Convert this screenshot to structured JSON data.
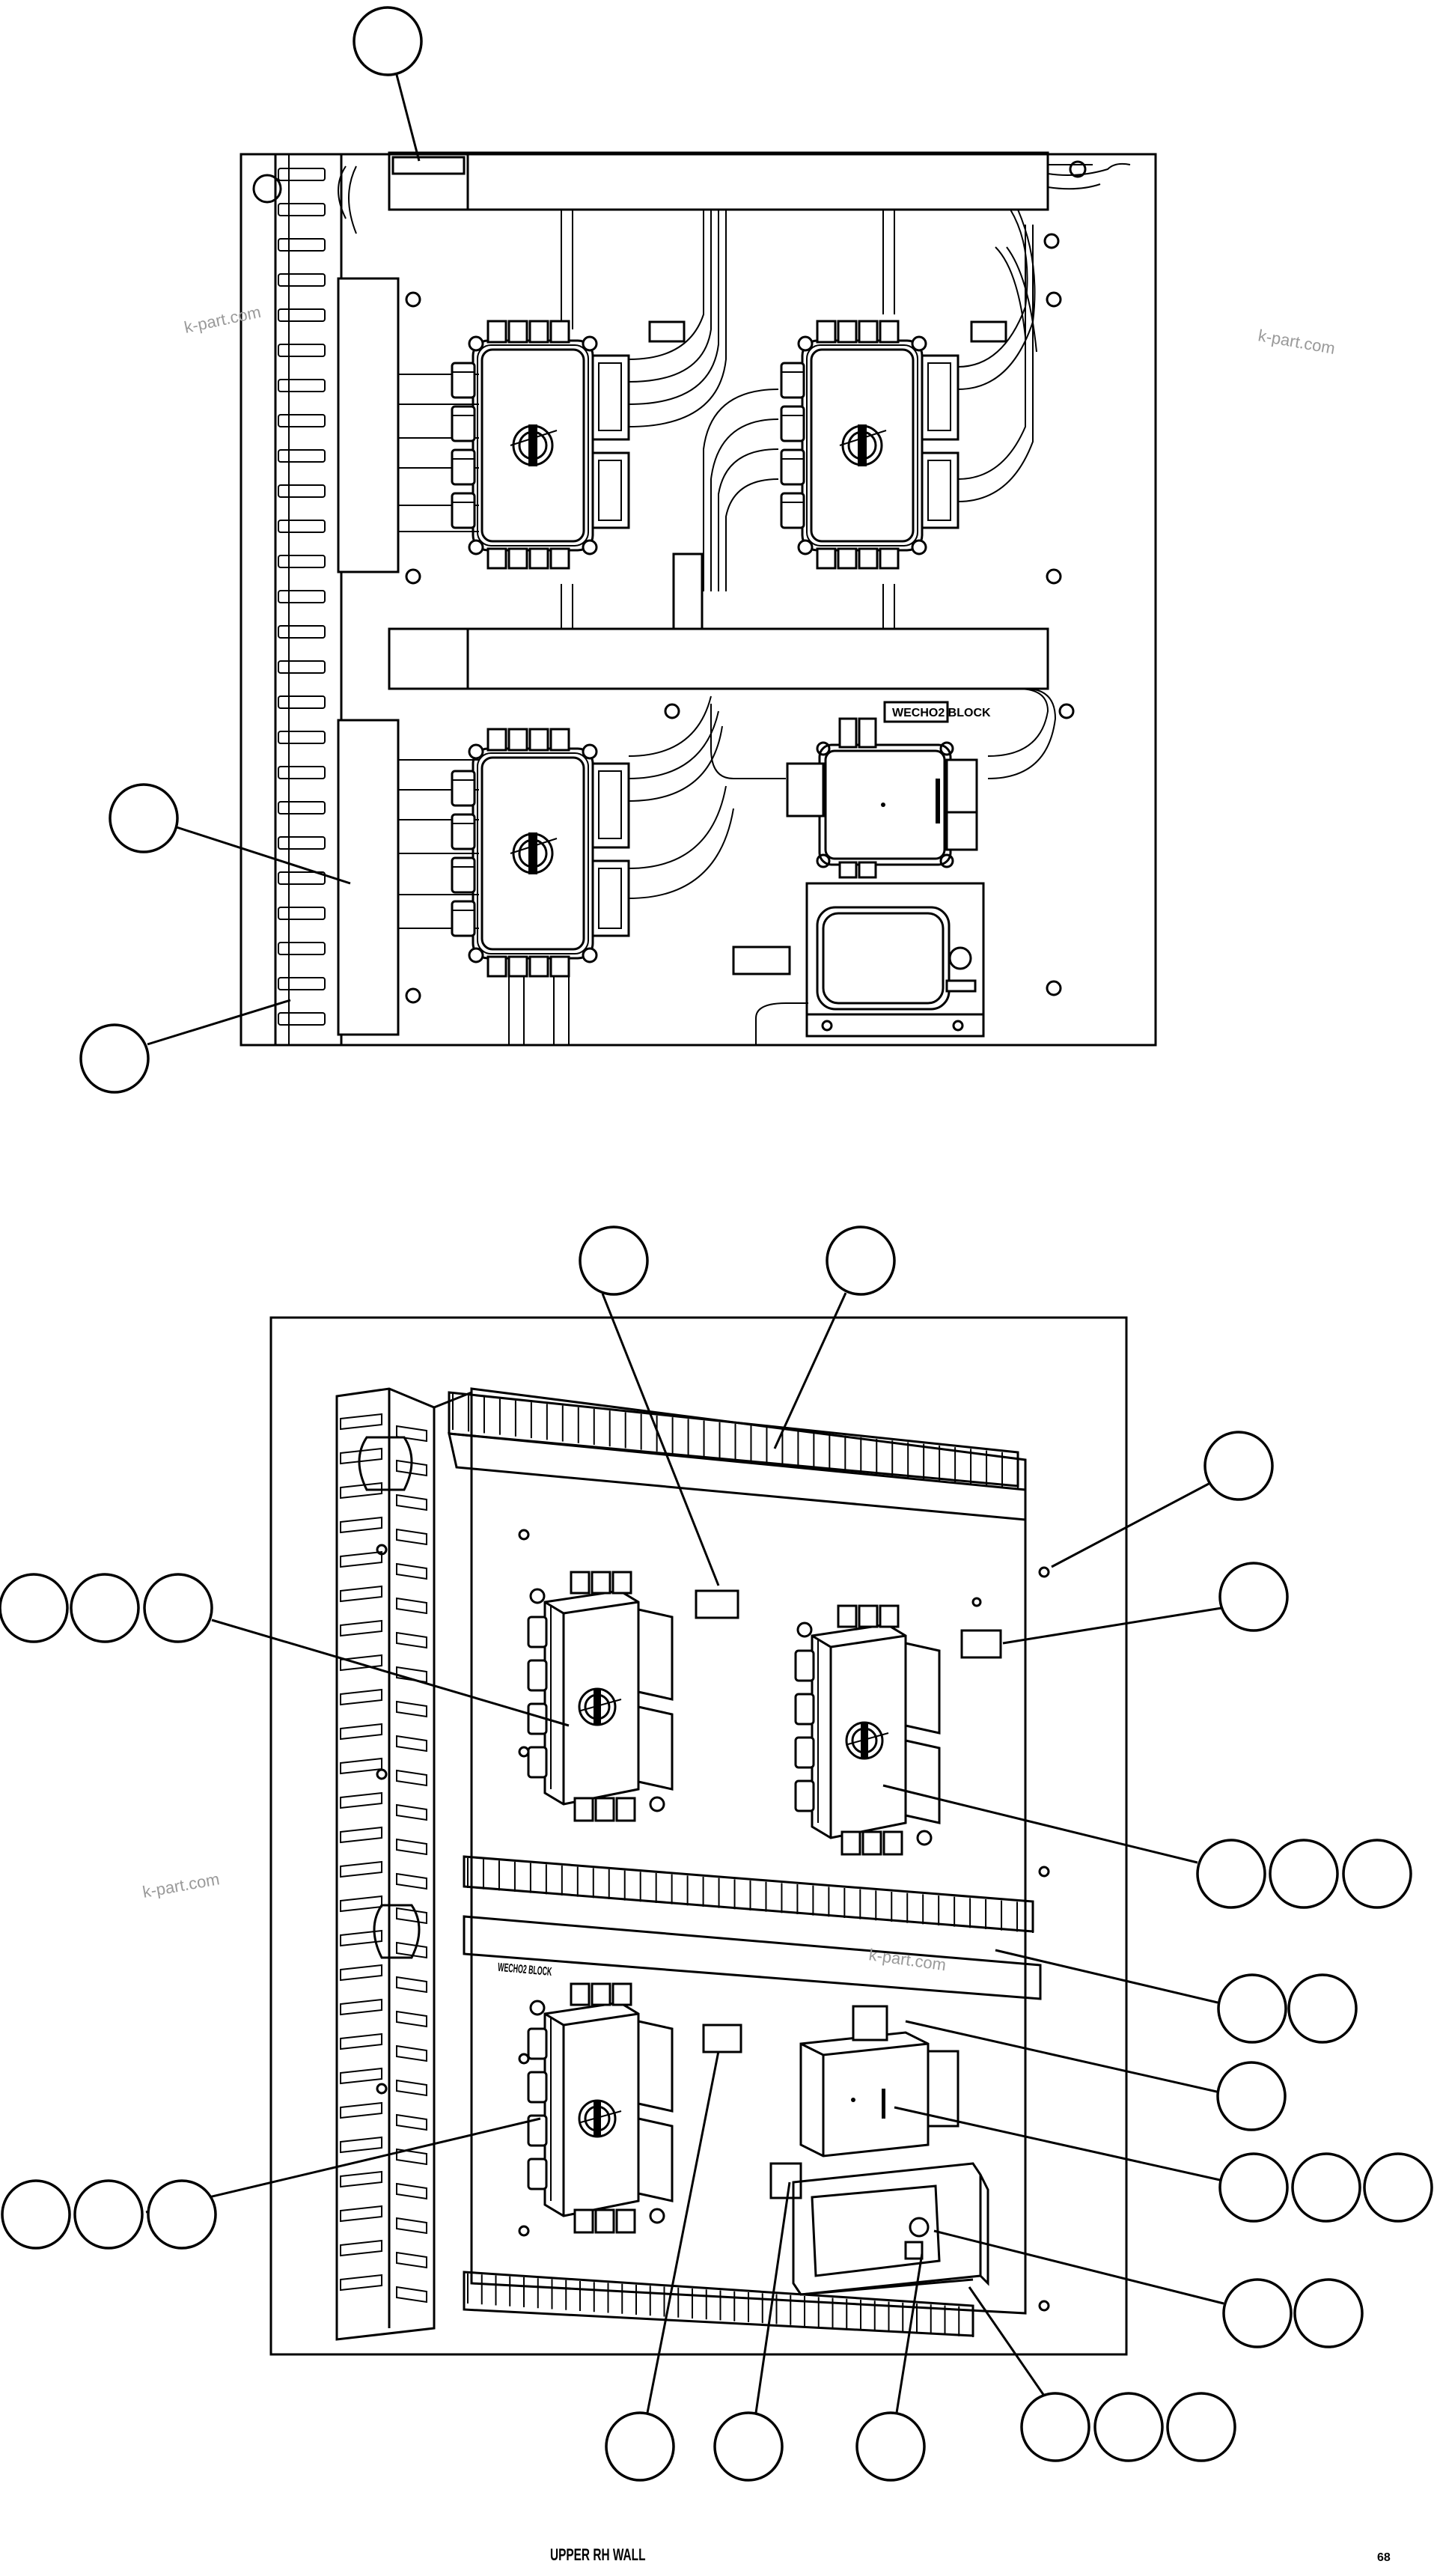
{
  "caption": "UPPER RH WALL",
  "page_number": "68",
  "watermarks": [
    "k-part.com",
    "k-part.com",
    "k-part.com",
    "k-part.com"
  ],
  "block_labels": [
    "WECHO2 BLOCK",
    "WECHO2 BLOCK"
  ]
}
